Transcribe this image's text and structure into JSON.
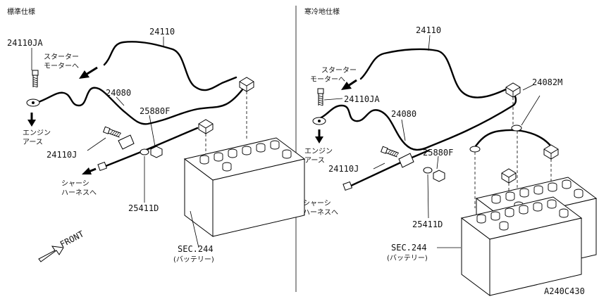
{
  "left_panel": {
    "header": "標準仕様",
    "labels": {
      "cable_main": "24110",
      "bolt_top": "24110JA",
      "starter_1": "スターター",
      "starter_2": "モーターへ",
      "cable_ground": "24080",
      "nut": "25880F",
      "engine_1": "エンジン",
      "engine_2": "アース",
      "bolt_ground": "24110J",
      "chassis_1": "シャーシ",
      "chassis_2": "ハーネスへ",
      "washer": "25411D",
      "sec": "SEC.244",
      "battery": "(バッテリー)",
      "front": "FRONT"
    }
  },
  "right_panel": {
    "header": "寒冷地仕様",
    "labels": {
      "cable_main": "24110",
      "starter_1": "スターター",
      "starter_2": "モーターへ",
      "cable_link": "24082M",
      "bolt_top": "24110JA",
      "cable_ground": "24080",
      "engine_1": "エンジン",
      "engine_2": "アース",
      "nut": "25880F",
      "bolt_ground": "24110J",
      "chassis_1": "シャーシ",
      "chassis_2": "ハーネスへ",
      "washer": "25411D",
      "sec": "SEC.244",
      "battery": "(バッテリー)"
    }
  },
  "figure_code": "A240C430"
}
